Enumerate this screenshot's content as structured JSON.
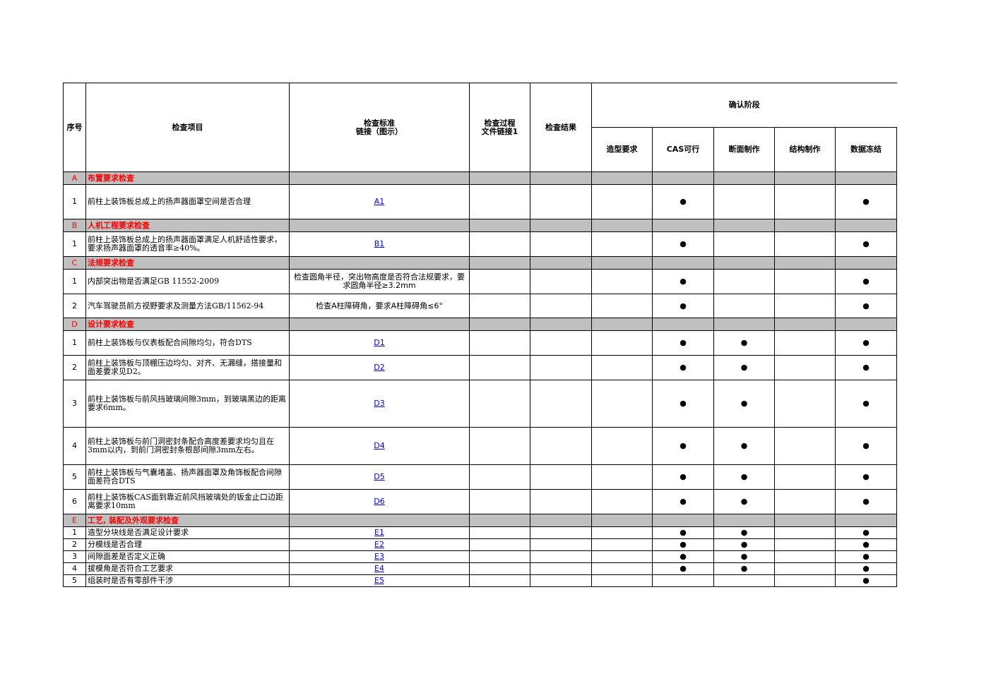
{
  "header": {
    "seq": "序号",
    "item": "检查项目",
    "standard_line1": "检查标准",
    "standard_line2": "链接（图示）",
    "process_line1": "检查过程",
    "process_line2": "文件链接1",
    "result": "检查结果",
    "stage_group": "确认阶段",
    "stages": [
      "造型要求",
      "CAS可行",
      "断面制作",
      "结构制作",
      "数据冻结"
    ]
  },
  "marker": "●",
  "sections": [
    {
      "code": "A",
      "title": "布置要求检查",
      "rows": [
        {
          "no": "1",
          "item": "前柱上装饰板总成上的扬声器面罩空间是否合理",
          "std": "A1",
          "link": true,
          "marks": [
            false,
            true,
            false,
            false,
            true
          ]
        }
      ]
    },
    {
      "code": "B",
      "title": "人机工程要求检查",
      "rows": [
        {
          "no": "1",
          "item": "前柱上装饰板总成上的扬声器面罩满足人机舒适性要求，要求扬声器面罩的透音率≥40%。",
          "std": "B1",
          "link": true,
          "marks": [
            false,
            true,
            false,
            false,
            true
          ]
        }
      ]
    },
    {
      "code": "C",
      "title": "法规要求检查",
      "rows": [
        {
          "no": "1",
          "item": "内部突出物是否满足GB 11552-2009",
          "std": "检查圆角半径，突出物高度是否符合法规要求，要求圆角半径≥3.2mm",
          "link": false,
          "marks": [
            false,
            true,
            false,
            false,
            true
          ]
        },
        {
          "no": "2",
          "item": "汽车驾驶员前方视野要求及测量方法GB/11562-94",
          "std": "检查A柱障碍角，要求A柱障碍角≤6°",
          "link": false,
          "marks": [
            false,
            true,
            false,
            false,
            true
          ]
        }
      ]
    },
    {
      "code": "D",
      "title": "设计要求检查",
      "rows": [
        {
          "no": "1",
          "item": "前柱上装饰板与仪表板配合间隙均匀，符合DTS",
          "std": "D1",
          "link": true,
          "marks": [
            false,
            true,
            true,
            false,
            true
          ]
        },
        {
          "no": "2",
          "item": "前柱上装饰板与顶棚压边均匀、对齐、无漏缝，搭接量和面差要求见D2。",
          "std": "D2",
          "link": true,
          "marks": [
            false,
            true,
            true,
            false,
            true
          ]
        },
        {
          "no": "3",
          "item": "前柱上装饰板与前风挡玻璃间隙3mm，到玻璃黑边的距离要求6mm。",
          "std": "D3",
          "link": true,
          "marks": [
            false,
            true,
            true,
            false,
            true
          ]
        },
        {
          "no": "4",
          "item": "前柱上装饰板与前门洞密封条配合高度差要求均匀且在3mm以内，到前门洞密封条根部间隙3mm左右。",
          "std": "D4",
          "link": true,
          "marks": [
            false,
            true,
            true,
            false,
            true
          ]
        },
        {
          "no": "5",
          "item": "前柱上装饰板与气囊堵盖、扬声器面罩及角饰板配合间隙面差符合DTS",
          "std": "D5",
          "link": true,
          "marks": [
            false,
            true,
            true,
            false,
            true
          ]
        },
        {
          "no": "6",
          "item": "前柱上装饰板CAS面到靠近前风挡玻璃处的钣金止口边距离要求10mm",
          "std": "D6",
          "link": true,
          "marks": [
            false,
            true,
            true,
            false,
            true
          ]
        }
      ]
    },
    {
      "code": "E",
      "title": "工艺, 装配及外观要求检查",
      "rows": [
        {
          "no": "1",
          "item": "造型分块线是否满足设计要求",
          "std": "E1",
          "link": true,
          "marks": [
            false,
            true,
            true,
            false,
            true
          ]
        },
        {
          "no": "2",
          "item": "分模线是否合理",
          "std": "E2",
          "link": true,
          "marks": [
            false,
            true,
            true,
            false,
            true
          ]
        },
        {
          "no": "3",
          "item": "间隙面差是否定义正确",
          "std": "E3",
          "link": true,
          "marks": [
            false,
            true,
            true,
            false,
            true
          ]
        },
        {
          "no": "4",
          "item": "拔模角是否符合工艺要求",
          "std": "E4",
          "link": true,
          "marks": [
            false,
            true,
            true,
            false,
            true
          ]
        },
        {
          "no": "5",
          "item": "组装时是否有零部件干涉",
          "std": "E5",
          "link": true,
          "marks": [
            false,
            false,
            false,
            false,
            true
          ]
        }
      ]
    }
  ]
}
